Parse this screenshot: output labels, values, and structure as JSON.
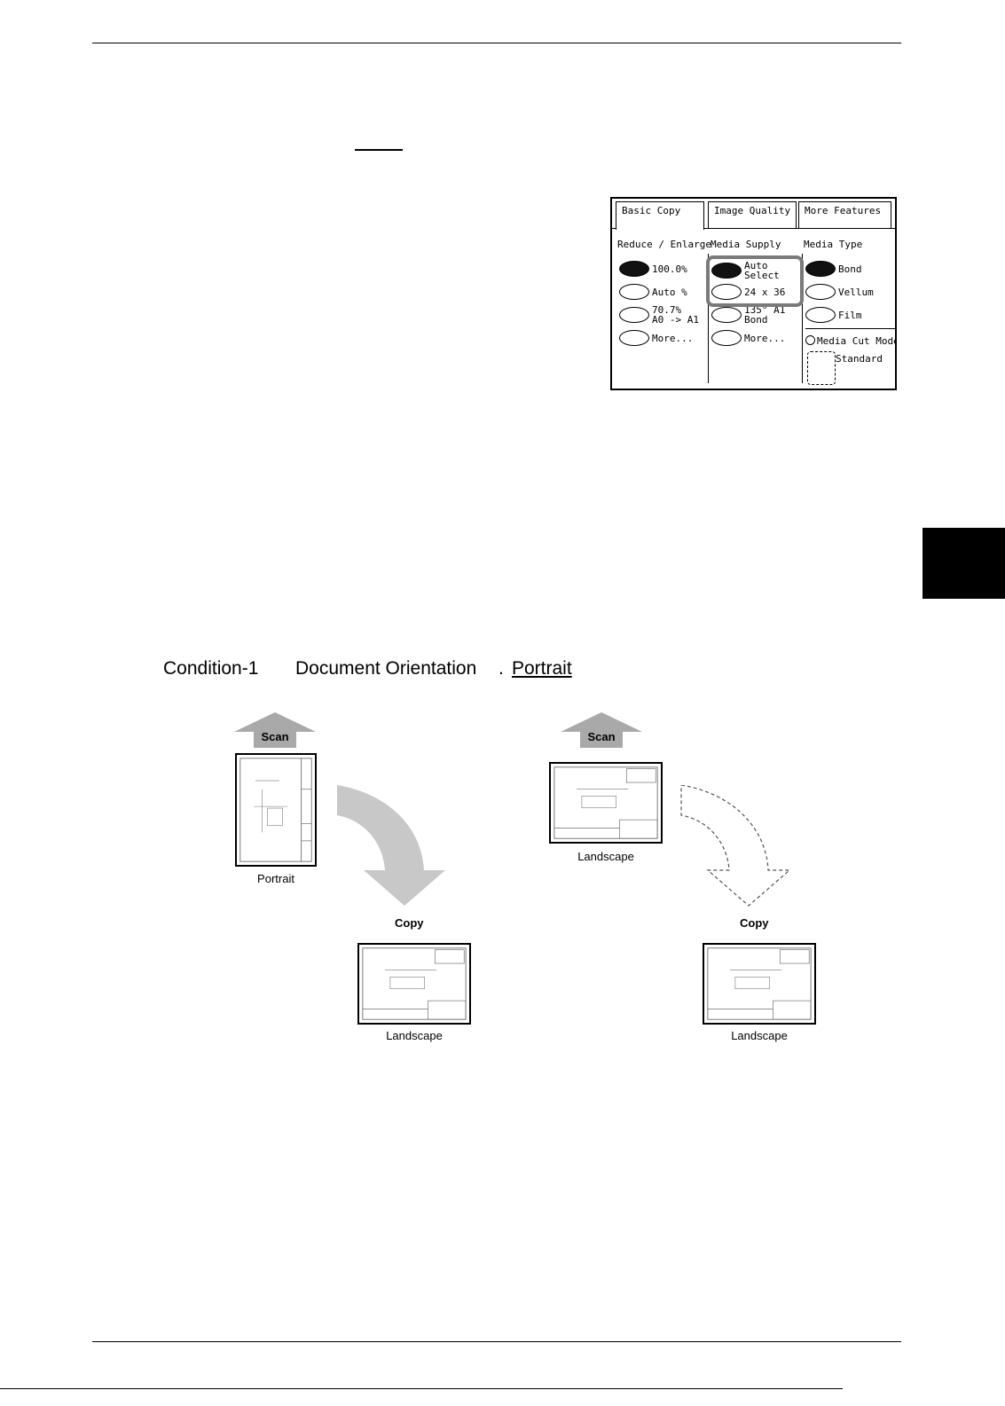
{
  "panel": {
    "tabs": [
      {
        "label": "Basic Copy",
        "active": true
      },
      {
        "label": "Image Quality",
        "active": false
      },
      {
        "label": "More Features",
        "active": false
      }
    ],
    "columns": {
      "reduce": {
        "heading": "Reduce / Enlarge",
        "options": [
          {
            "label": "100.0%",
            "selected": true
          },
          {
            "label": "Auto %",
            "selected": false
          },
          {
            "label_line1": "70.7%",
            "label_line2": "A0 -> A1",
            "selected": false
          },
          {
            "label": "More...",
            "selected": false
          }
        ]
      },
      "media_supply": {
        "heading": "Media Supply",
        "options": [
          {
            "label_line1": "Auto",
            "label_line2": "Select",
            "selected": true
          },
          {
            "label": "24 x 36",
            "selected": false
          },
          {
            "label_line1": "135° A1",
            "label_line2": "Bond",
            "selected": false
          },
          {
            "label": "More...",
            "selected": false
          }
        ]
      },
      "media_type": {
        "heading": "Media Type",
        "options": [
          {
            "label": "Bond",
            "selected": true
          },
          {
            "label": "Vellum",
            "selected": false
          },
          {
            "label": "Film",
            "selected": false
          }
        ],
        "cut_mode_label": "Media Cut Mode",
        "cut_mode_value": "Standard"
      }
    }
  },
  "condition": {
    "name": "Condition-1",
    "label": "Document Orientation",
    "separator": ".",
    "value": "Portrait"
  },
  "diagram": {
    "scan_label": "Scan",
    "copy_label": "Copy",
    "left": {
      "source_caption": "Portrait",
      "output_caption": "Landscape"
    },
    "right": {
      "source_caption": "Landscape",
      "output_caption": "Landscape"
    }
  }
}
